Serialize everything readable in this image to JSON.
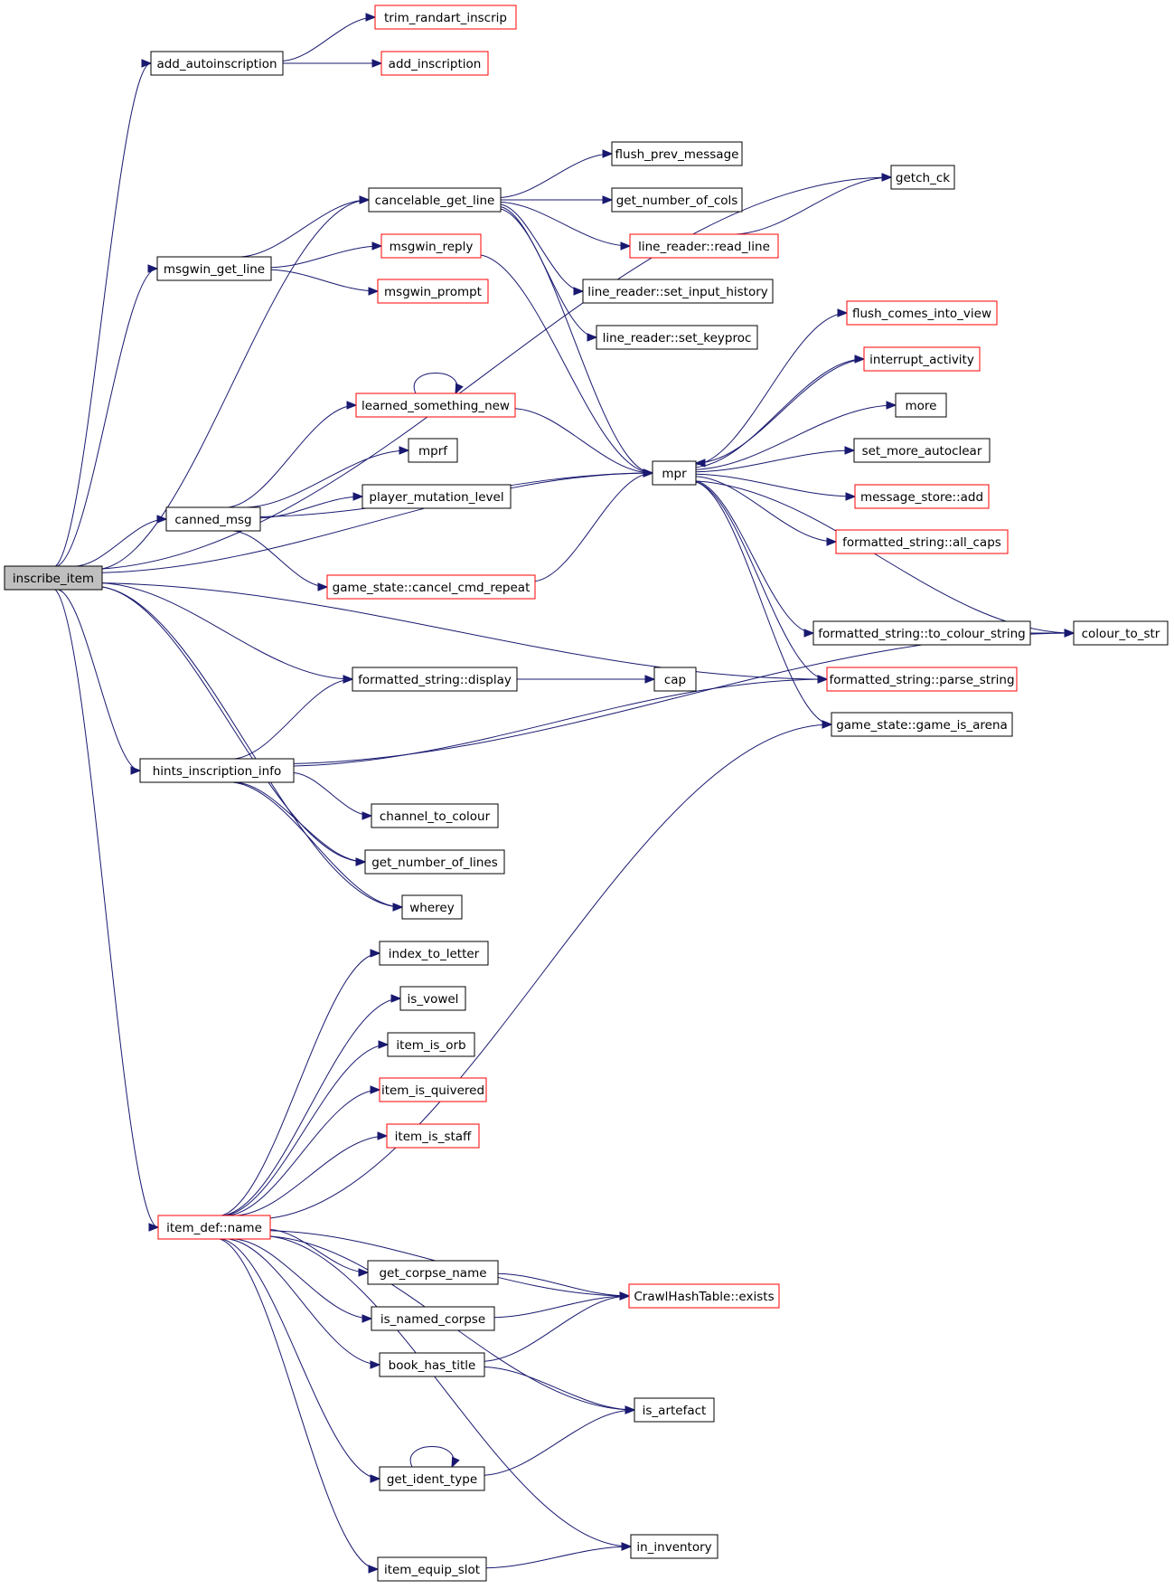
{
  "diagram": {
    "nodes": [
      {
        "id": "inscribe_item",
        "label": "inscribe_item",
        "style": "root"
      },
      {
        "id": "add_autoinscription",
        "label": "add_autoinscription",
        "style": "normal"
      },
      {
        "id": "trim_randart_inscrip",
        "label": "trim_randart_inscrip",
        "style": "truncated"
      },
      {
        "id": "add_inscription",
        "label": "add_inscription",
        "style": "truncated"
      },
      {
        "id": "getch_ck",
        "label": "getch_ck",
        "style": "normal"
      },
      {
        "id": "cancelable_get_line",
        "label": "cancelable_get_line",
        "style": "normal"
      },
      {
        "id": "flush_prev_message",
        "label": "flush_prev_message",
        "style": "normal"
      },
      {
        "id": "get_number_of_cols",
        "label": "get_number_of_cols",
        "style": "normal"
      },
      {
        "id": "line_reader_read_line",
        "label": "line_reader::read_line",
        "style": "truncated"
      },
      {
        "id": "line_reader_set_input_history",
        "label": "line_reader::set_input_history",
        "style": "normal"
      },
      {
        "id": "line_reader_set_keyproc",
        "label": "line_reader::set_keyproc",
        "style": "normal"
      },
      {
        "id": "msgwin_get_line",
        "label": "msgwin_get_line",
        "style": "normal"
      },
      {
        "id": "msgwin_reply",
        "label": "msgwin_reply",
        "style": "truncated"
      },
      {
        "id": "msgwin_prompt",
        "label": "msgwin_prompt",
        "style": "truncated"
      },
      {
        "id": "flush_comes_into_view",
        "label": "flush_comes_into_view",
        "style": "truncated"
      },
      {
        "id": "interrupt_activity",
        "label": "interrupt_activity",
        "style": "truncated"
      },
      {
        "id": "more",
        "label": "more",
        "style": "normal"
      },
      {
        "id": "learned_something_new",
        "label": "learned_something_new",
        "style": "truncated"
      },
      {
        "id": "set_more_autoclear",
        "label": "set_more_autoclear",
        "style": "normal"
      },
      {
        "id": "mprf",
        "label": "mprf",
        "style": "normal"
      },
      {
        "id": "mpr",
        "label": "mpr",
        "style": "normal"
      },
      {
        "id": "message_store_add",
        "label": "message_store::add",
        "style": "truncated"
      },
      {
        "id": "player_mutation_level",
        "label": "player_mutation_level",
        "style": "normal"
      },
      {
        "id": "canned_msg",
        "label": "canned_msg",
        "style": "normal"
      },
      {
        "id": "formatted_string_all_caps",
        "label": "formatted_string::all_caps",
        "style": "truncated"
      },
      {
        "id": "game_state_cancel_cmd_repeat",
        "label": "game_state::cancel_cmd_repeat",
        "style": "truncated"
      },
      {
        "id": "formatted_string_to_colour_string",
        "label": "formatted_string::to_colour_string",
        "style": "normal"
      },
      {
        "id": "colour_to_str",
        "label": "colour_to_str",
        "style": "normal"
      },
      {
        "id": "formatted_string_display",
        "label": "formatted_string::display",
        "style": "normal"
      },
      {
        "id": "cap",
        "label": "cap",
        "style": "normal"
      },
      {
        "id": "formatted_string_parse_string",
        "label": "formatted_string::parse_string",
        "style": "truncated"
      },
      {
        "id": "game_state_game_is_arena",
        "label": "game_state::game_is_arena",
        "style": "normal"
      },
      {
        "id": "hints_inscription_info",
        "label": "hints_inscription_info",
        "style": "normal"
      },
      {
        "id": "channel_to_colour",
        "label": "channel_to_colour",
        "style": "normal"
      },
      {
        "id": "get_number_of_lines",
        "label": "get_number_of_lines",
        "style": "normal"
      },
      {
        "id": "wherey",
        "label": "wherey",
        "style": "normal"
      },
      {
        "id": "index_to_letter",
        "label": "index_to_letter",
        "style": "normal"
      },
      {
        "id": "is_vowel",
        "label": "is_vowel",
        "style": "normal"
      },
      {
        "id": "item_is_orb",
        "label": "item_is_orb",
        "style": "normal"
      },
      {
        "id": "item_is_quivered",
        "label": "item_is_quivered",
        "style": "truncated"
      },
      {
        "id": "item_is_staff",
        "label": "item_is_staff",
        "style": "truncated"
      },
      {
        "id": "item_def_name",
        "label": "item_def::name",
        "style": "truncated"
      },
      {
        "id": "get_corpse_name",
        "label": "get_corpse_name",
        "style": "normal"
      },
      {
        "id": "crawlhashtable_exists",
        "label": "CrawlHashTable::exists",
        "style": "truncated"
      },
      {
        "id": "is_named_corpse",
        "label": "is_named_corpse",
        "style": "normal"
      },
      {
        "id": "book_has_title",
        "label": "book_has_title",
        "style": "normal"
      },
      {
        "id": "is_artefact",
        "label": "is_artefact",
        "style": "normal"
      },
      {
        "id": "get_ident_type",
        "label": "get_ident_type",
        "style": "normal"
      },
      {
        "id": "in_inventory",
        "label": "in_inventory",
        "style": "normal"
      },
      {
        "id": "item_equip_slot",
        "label": "item_equip_slot",
        "style": "normal"
      }
    ],
    "edges": [
      [
        "inscribe_item",
        "add_autoinscription"
      ],
      [
        "add_autoinscription",
        "trim_randart_inscrip"
      ],
      [
        "add_autoinscription",
        "add_inscription"
      ],
      [
        "inscribe_item",
        "getch_ck"
      ],
      [
        "inscribe_item",
        "cancelable_get_line"
      ],
      [
        "cancelable_get_line",
        "flush_prev_message"
      ],
      [
        "cancelable_get_line",
        "get_number_of_cols"
      ],
      [
        "cancelable_get_line",
        "line_reader_read_line"
      ],
      [
        "line_reader_read_line",
        "getch_ck"
      ],
      [
        "cancelable_get_line",
        "line_reader_set_input_history"
      ],
      [
        "cancelable_get_line",
        "line_reader_set_keyproc"
      ],
      [
        "cancelable_get_line",
        "mpr"
      ],
      [
        "inscribe_item",
        "msgwin_get_line"
      ],
      [
        "msgwin_get_line",
        "cancelable_get_line"
      ],
      [
        "msgwin_get_line",
        "msgwin_reply"
      ],
      [
        "msgwin_get_line",
        "msgwin_prompt"
      ],
      [
        "msgwin_reply",
        "mpr"
      ],
      [
        "inscribe_item",
        "mpr"
      ],
      [
        "mpr",
        "flush_comes_into_view"
      ],
      [
        "mpr",
        "interrupt_activity"
      ],
      [
        "mpr",
        "more"
      ],
      [
        "mpr",
        "set_more_autoclear"
      ],
      [
        "mpr",
        "message_store_add"
      ],
      [
        "mpr",
        "formatted_string_all_caps"
      ],
      [
        "mpr",
        "formatted_string_to_colour_string"
      ],
      [
        "mpr",
        "colour_to_str"
      ],
      [
        "mpr",
        "formatted_string_parse_string"
      ],
      [
        "mpr",
        "game_state_game_is_arena"
      ],
      [
        "interrupt_activity",
        "mpr"
      ],
      [
        "learned_something_new",
        "learned_something_new"
      ],
      [
        "learned_something_new",
        "mpr"
      ],
      [
        "inscribe_item",
        "canned_msg"
      ],
      [
        "canned_msg",
        "learned_something_new"
      ],
      [
        "canned_msg",
        "mprf"
      ],
      [
        "canned_msg",
        "player_mutation_level"
      ],
      [
        "canned_msg",
        "mpr"
      ],
      [
        "canned_msg",
        "game_state_cancel_cmd_repeat"
      ],
      [
        "game_state_cancel_cmd_repeat",
        "mpr"
      ],
      [
        "formatted_string_to_colour_string",
        "colour_to_str"
      ],
      [
        "inscribe_item",
        "formatted_string_parse_string"
      ],
      [
        "inscribe_item",
        "formatted_string_display"
      ],
      [
        "formatted_string_display",
        "cap"
      ],
      [
        "inscribe_item",
        "hints_inscription_info"
      ],
      [
        "hints_inscription_info",
        "formatted_string_display"
      ],
      [
        "hints_inscription_info",
        "formatted_string_parse_string"
      ],
      [
        "hints_inscription_info",
        "colour_to_str"
      ],
      [
        "hints_inscription_info",
        "channel_to_colour"
      ],
      [
        "hints_inscription_info",
        "get_number_of_lines"
      ],
      [
        "hints_inscription_info",
        "wherey"
      ],
      [
        "inscribe_item",
        "get_number_of_lines"
      ],
      [
        "inscribe_item",
        "wherey"
      ],
      [
        "inscribe_item",
        "item_def_name"
      ],
      [
        "item_def_name",
        "index_to_letter"
      ],
      [
        "item_def_name",
        "is_vowel"
      ],
      [
        "item_def_name",
        "item_is_orb"
      ],
      [
        "item_def_name",
        "item_is_quivered"
      ],
      [
        "item_def_name",
        "item_is_staff"
      ],
      [
        "item_def_name",
        "game_state_game_is_arena"
      ],
      [
        "item_def_name",
        "crawlhashtable_exists"
      ],
      [
        "item_def_name",
        "get_corpse_name"
      ],
      [
        "get_corpse_name",
        "crawlhashtable_exists"
      ],
      [
        "item_def_name",
        "is_named_corpse"
      ],
      [
        "is_named_corpse",
        "crawlhashtable_exists"
      ],
      [
        "item_def_name",
        "book_has_title"
      ],
      [
        "book_has_title",
        "crawlhashtable_exists"
      ],
      [
        "book_has_title",
        "is_artefact"
      ],
      [
        "item_def_name",
        "is_artefact"
      ],
      [
        "item_def_name",
        "get_ident_type"
      ],
      [
        "get_ident_type",
        "get_ident_type"
      ],
      [
        "get_ident_type",
        "is_artefact"
      ],
      [
        "item_def_name",
        "in_inventory"
      ],
      [
        "item_def_name",
        "item_equip_slot"
      ],
      [
        "item_equip_slot",
        "in_inventory"
      ]
    ]
  },
  "colors": {
    "edge": "#191970",
    "root_fill": "#bfbfbf",
    "normal_border": "#000000",
    "truncated_border": "#ff0000"
  }
}
